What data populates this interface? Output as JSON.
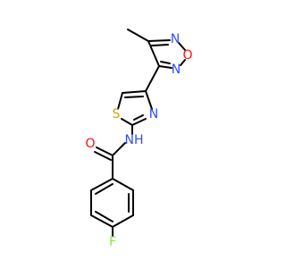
{
  "molecule": {
    "atoms": [
      {
        "id": "F1",
        "element": "F",
        "label": "F",
        "color": "#90e050"
      },
      {
        "id": "O1",
        "element": "O",
        "label": "O",
        "color": "#ff0d0d"
      },
      {
        "id": "N1",
        "element": "N",
        "label": "NH",
        "color": "#3050f8"
      },
      {
        "id": "S1",
        "element": "S",
        "label": "S",
        "color": "#c8a800"
      },
      {
        "id": "N2",
        "element": "N",
        "label": "N",
        "color": "#3050f8"
      },
      {
        "id": "O2",
        "element": "O",
        "label": "O",
        "color": "#ff0d0d"
      },
      {
        "id": "N3",
        "element": "N",
        "label": "N",
        "color": "#3050f8"
      },
      {
        "id": "N4",
        "element": "N",
        "label": "N",
        "color": "#3050f8"
      }
    ]
  }
}
